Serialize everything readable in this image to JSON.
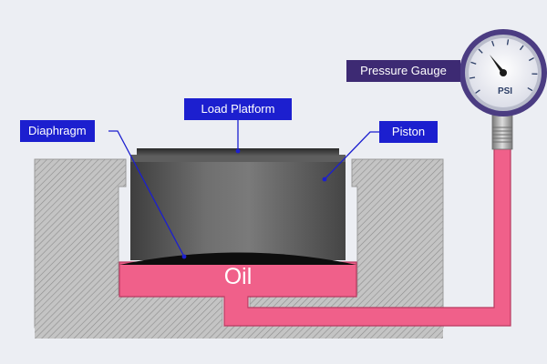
{
  "labels": {
    "load_platform": "Load Platform",
    "diaphragm": "Diaphragm",
    "piston": "Piston",
    "pressure_gauge": "Pressure Gauge",
    "oil": "Oil",
    "gauge_unit": "PSI"
  },
  "colors": {
    "background": "#eceef3",
    "callout_blue": "#1c1fcf",
    "callout_purple": "#3d2a73",
    "oil": "#f0608a",
    "housing": "#bfbfbf",
    "hatch": "#8a8a8a",
    "piston_dark": "#4a4a4a",
    "diaphragm": "#0d0d0d",
    "gauge_rim": "#4b3c82"
  },
  "icons": {
    "gauge": "pressure-gauge-icon"
  }
}
